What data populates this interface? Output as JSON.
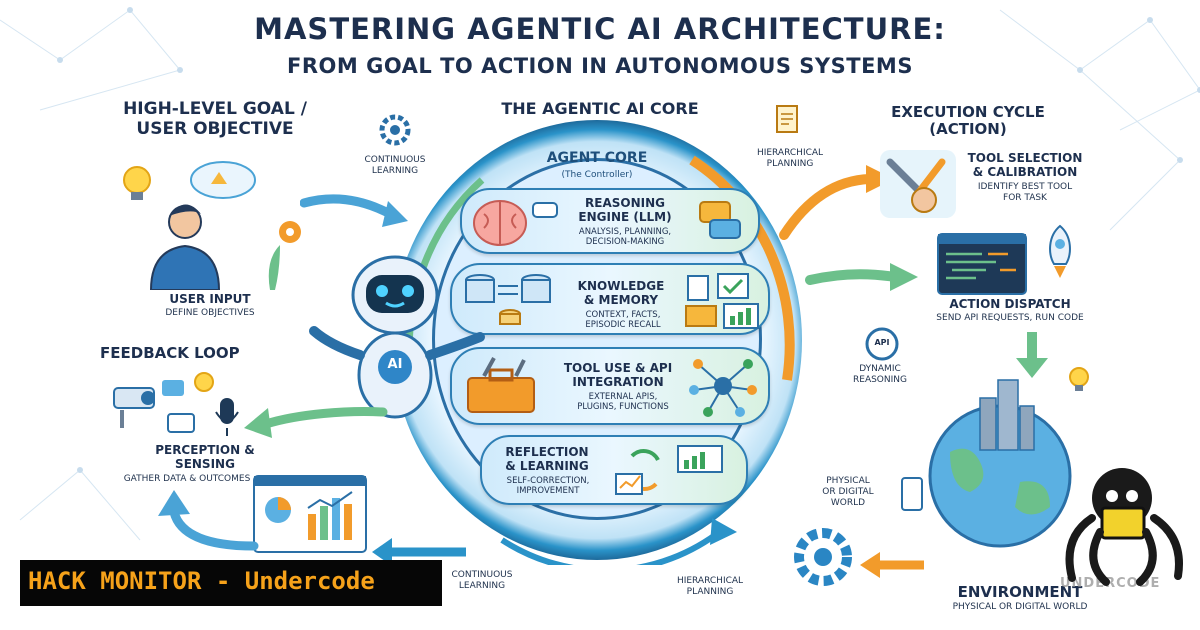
{
  "title": "MASTERING AGENTIC AI ARCHITECTURE:",
  "subtitle": "FROM GOAL TO ACTION IN AUTONOMOUS SYSTEMS",
  "goal": {
    "heading_line1": "HIGH-LEVEL GOAL /",
    "heading_line2": "USER OBJECTIVE",
    "user_input": "USER INPUT",
    "define": "DEFINE OBJECTIVES"
  },
  "core": {
    "heading": "THE AGENTIC AI CORE",
    "agent_core": "AGENT CORE",
    "controller": "(The Controller)",
    "robot_badge": "AI",
    "modules": [
      {
        "title_line1": "REASONING",
        "title_line2": "ENGINE (LLM)",
        "desc_line1": "ANALYSIS, PLANNING,",
        "desc_line2": "DECISION-MAKING"
      },
      {
        "title_line1": "KNOWLEDGE",
        "title_line2": "& MEMORY",
        "desc_line1": "CONTEXT, FACTS,",
        "desc_line2": "EPISODIC RECALL"
      },
      {
        "title_line1": "TOOL USE & API",
        "title_line2": "INTEGRATION",
        "desc_line1": "EXTERNAL APIS,",
        "desc_line2": "PLUGINS, FUNCTIONS"
      },
      {
        "title_line1": "REFLECTION",
        "title_line2": "& LEARNING",
        "desc_line1": "SELF-CORRECTION,",
        "desc_line2": "IMPROVEMENT"
      }
    ]
  },
  "labels": {
    "continuous_learning_top_1": "CONTINUOUS",
    "continuous_learning_top_2": "LEARNING",
    "hierarchical_top_1": "HIERARCHICAL",
    "hierarchical_top_2": "PLANNING",
    "continuous_learning_bottom_1": "CONTINUOUS",
    "continuous_learning_bottom_2": "LEARNING",
    "hierarchical_bottom_1": "HIERARCHICAL",
    "hierarchical_bottom_2": "PLANNING",
    "dynamic_1": "DYNAMIC",
    "dynamic_2": "REASONING",
    "api_badge": "API",
    "physical_1": "PHYSICAL",
    "physical_2": "OR DIGITAL",
    "physical_3": "WORLD"
  },
  "execution": {
    "heading_line1": "EXECUTION CYCLE",
    "heading_line2": "(ACTION)",
    "tool_sel_1": "TOOL SELECTION",
    "tool_sel_2": "& CALIBRATION",
    "tool_desc_1": "IDENTIFY BEST TOOL",
    "tool_desc_2": "FOR TASK",
    "dispatch": "ACTION DISPATCH",
    "dispatch_desc": "SEND API REQUESTS, RUN CODE"
  },
  "feedback": {
    "heading": "FEEDBACK LOOP",
    "perception_1": "PERCEPTION &",
    "perception_2": "SENSING",
    "gather": "GATHER DATA & OUTCOMES"
  },
  "environment": {
    "heading": "ENVIRONMENT",
    "desc": "PHYSICAL OR DIGITAL WORLD",
    "watermark": "UNDERCODE"
  },
  "banner": "HACK MONITOR - Undercode",
  "colors": {
    "navy": "#1d2f4e",
    "ring_blue": "#2a93c9",
    "arrow_blue": "#4aa3d6",
    "arrow_orange": "#f29b2b",
    "arrow_green": "#6cc08b",
    "banner_text": "#f6a21a"
  }
}
